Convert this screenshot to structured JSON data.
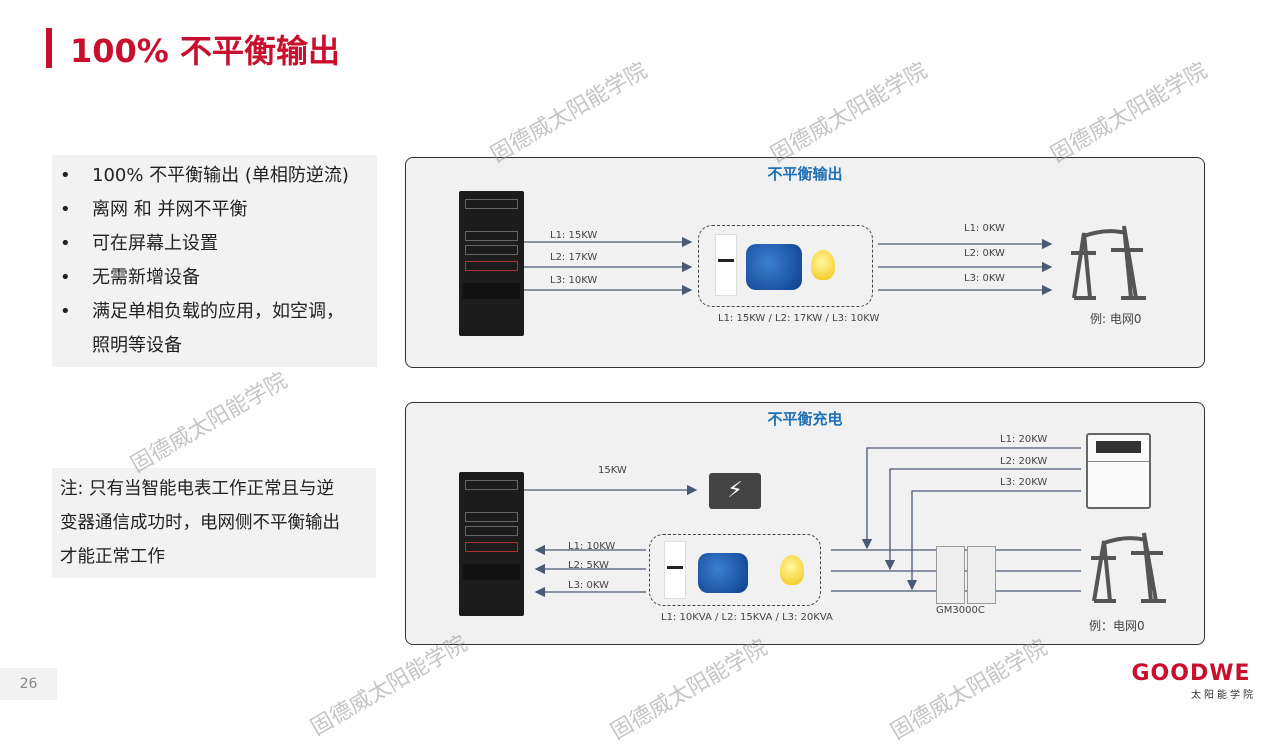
{
  "title": "100% 不平衡输出",
  "features": [
    "100% 不平衡输出 (单相防逆流)",
    "离网 和 并网不平衡",
    "可在屏幕上设置",
    "无需新增设备",
    "满足单相负载的应用，如空调，",
    "照明等设备"
  ],
  "note": [
    "注: 只有当智能电表工作正常且与逆",
    "变器通信成功时，电网侧不平衡输出",
    "才能正常工作"
  ],
  "page_number": "26",
  "panel1": {
    "title": "不平衡输出",
    "in_labels": [
      "L1: 15KW",
      "L2: 17KW",
      "L3: 10KW"
    ],
    "load_caption": "L1: 15KW / L2: 17KW / L3: 10KW",
    "out_labels": [
      "L1: 0KW",
      "L2: 0KW",
      "L3: 0KW"
    ],
    "grid_caption": "例: 电网0"
  },
  "panel2": {
    "title": "不平衡充电",
    "battery_label": "15KW",
    "load_labels": [
      "L1: 10KW",
      "L2: 5KW",
      "L3: 0KW"
    ],
    "load_caption": "L1: 10KVA / L2: 15KVA / L3: 20KVA",
    "source_labels": [
      "L1: 20KW",
      "L2: 20KW",
      "L3: 20KW"
    ],
    "meter_label": "GM3000C",
    "grid_caption": "例：电网0"
  },
  "logo": {
    "brand": "GOODWE",
    "sub": "太阳能学院"
  },
  "watermark": "固德威太阳能学院",
  "colors": {
    "accent": "#c8102e",
    "title_blue": "#1f6fb3",
    "arrow": "#4a5a75"
  }
}
